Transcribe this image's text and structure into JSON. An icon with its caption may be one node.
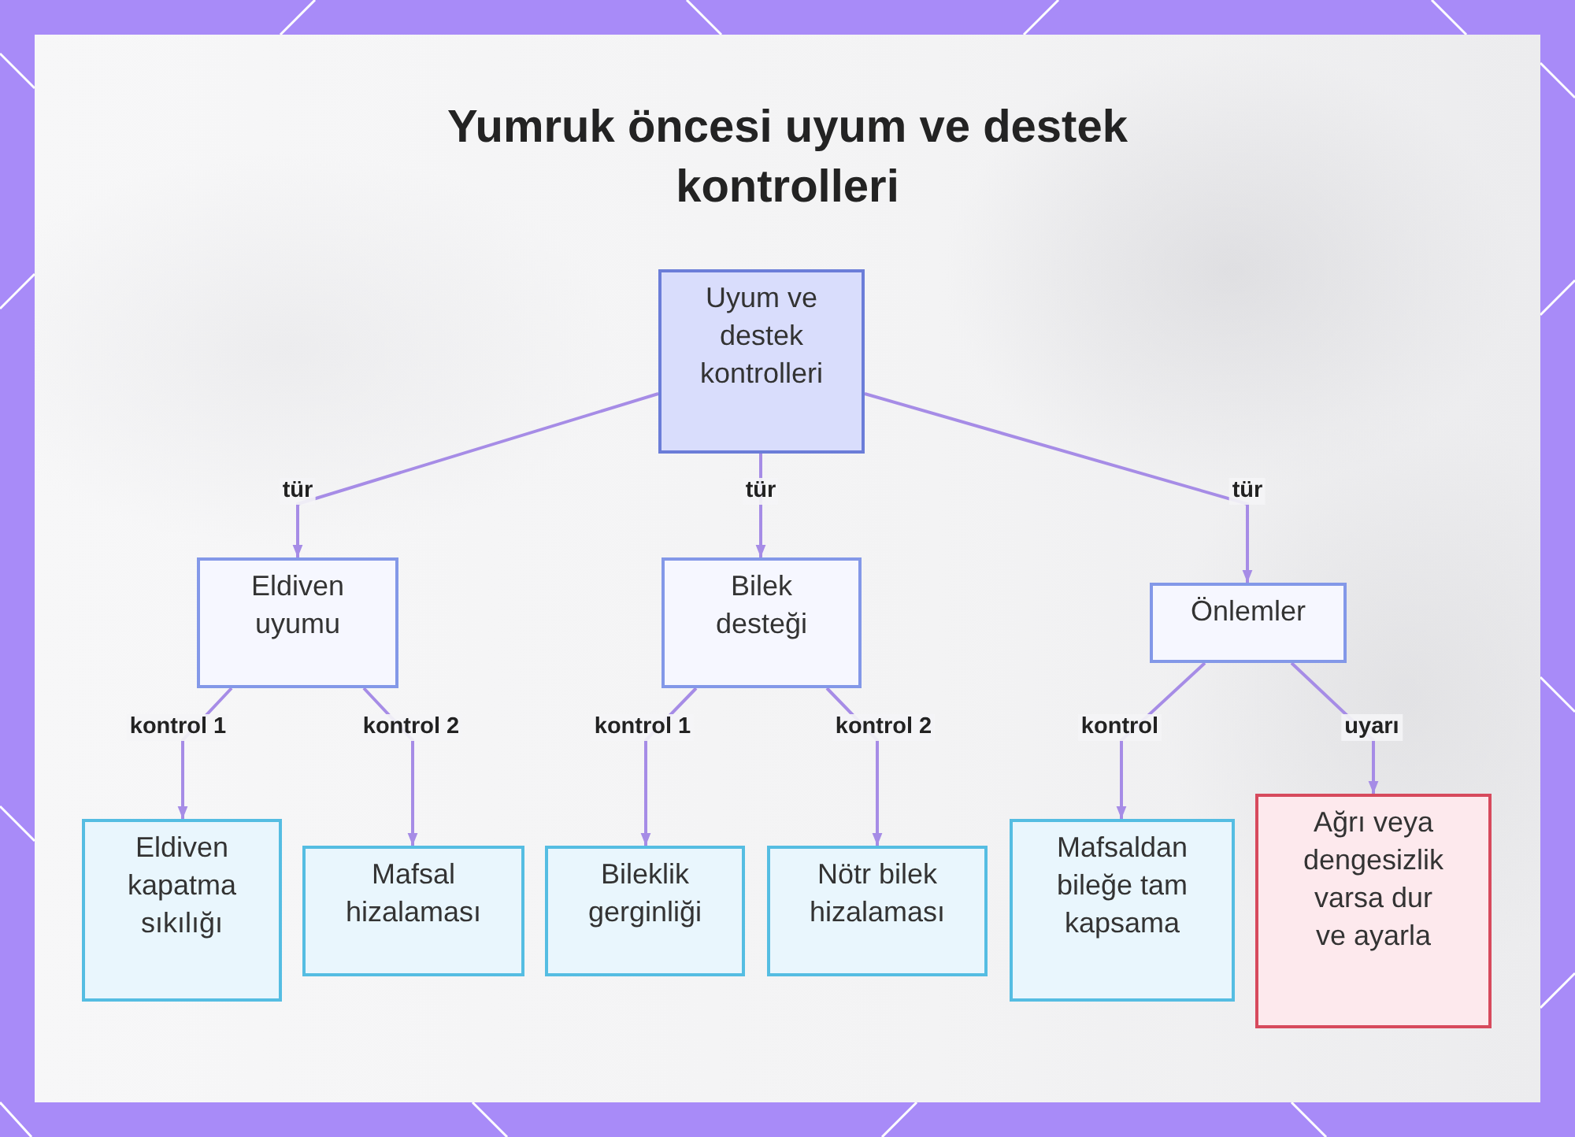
{
  "diagram": {
    "title": "Yumruk öncesi uyum ve destek kontrolleri",
    "nodes": [
      {
        "text": [
          "Uyum ve destek kontrolleri"
        ]
      },
      {
        "text": [
          "Eldiven uyumu"
        ]
      },
      {
        "text": [
          "Bilek desteği"
        ]
      },
      {
        "text": [
          "Önlemler"
        ]
      },
      {
        "text": [
          "Eldiven kapatma sıkılığı"
        ]
      },
      {
        "text": [
          "Mafsal hizalaması"
        ]
      },
      {
        "text": [
          "Bileklik gerginliği"
        ]
      },
      {
        "text": [
          "Nötr bilek hizalaması"
        ]
      },
      {
        "text": [
          "Mafsaldan bileğe tam kapsama"
        ]
      },
      {
        "text": [
          "Ağrı veya dengesizlik varsa dur ve ayarla"
        ]
      }
    ],
    "edges": [
      {
        "from": 0,
        "to": 1,
        "label": "tür",
        "arrow": "to"
      },
      {
        "from": 0,
        "to": 2,
        "label": "tür",
        "arrow": "to"
      },
      {
        "from": 0,
        "to": 3,
        "label": "tür",
        "arrow": "to"
      },
      {
        "from": 1,
        "to": 4,
        "label": "kontrol 1",
        "arrow": "to"
      },
      {
        "from": 1,
        "to": 5,
        "label": "kontrol 2",
        "arrow": "to"
      },
      {
        "from": 2,
        "to": 6,
        "label": "kontrol 1",
        "arrow": "to"
      },
      {
        "from": 2,
        "to": 7,
        "label": "kontrol 2",
        "arrow": "to"
      },
      {
        "from": 3,
        "to": 8,
        "label": "kontrol",
        "arrow": "to"
      },
      {
        "from": 3,
        "to": 9,
        "label": "uyarı",
        "arrow": "to"
      }
    ]
  }
}
